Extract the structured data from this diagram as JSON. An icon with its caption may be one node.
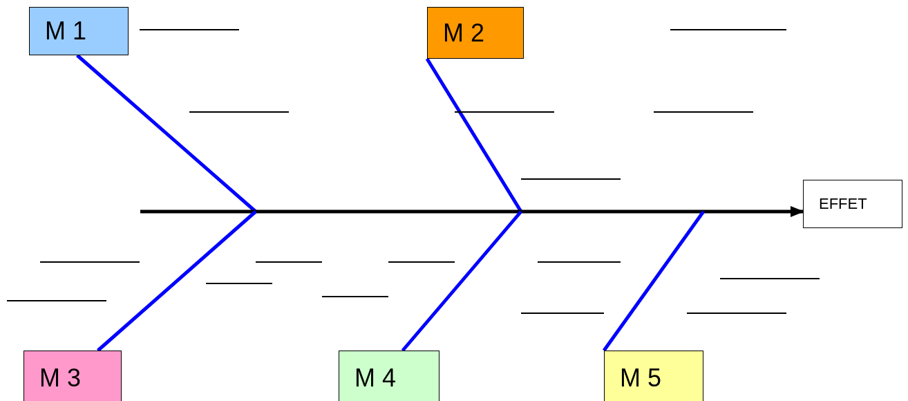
{
  "diagram": {
    "nodes": [
      {
        "text": [
          "M 1"
        ]
      },
      {
        "text": [
          "M 2"
        ]
      },
      {
        "text": [
          "EFFET"
        ]
      },
      {
        "text": [
          "M 3"
        ]
      },
      {
        "text": [
          "M 4"
        ]
      },
      {
        "text": [
          "M 5"
        ]
      }
    ],
    "edges": [
      {
        "from": 0,
        "to": null,
        "arrow": "none"
      },
      {
        "from": 1,
        "to": null,
        "arrow": "none"
      },
      {
        "from": null,
        "to": 2,
        "arrow": "to",
        "color": "#000000"
      },
      {
        "from": 3,
        "to": null,
        "arrow": "none"
      },
      {
        "from": 4,
        "to": null,
        "arrow": "none"
      },
      {
        "from": 5,
        "to": null,
        "arrow": "none"
      }
    ]
  }
}
